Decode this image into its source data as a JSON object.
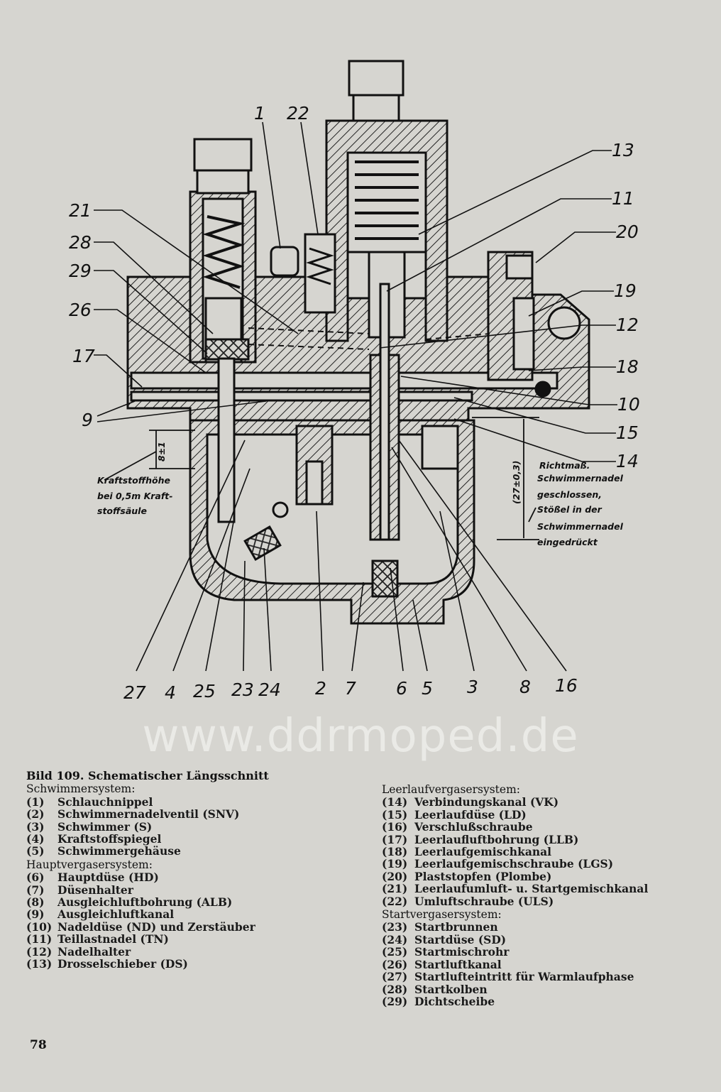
{
  "diagram": {
    "callouts": {
      "c1": "1",
      "c22": "22",
      "c13": "13",
      "c11": "11",
      "c20": "20",
      "c19": "19",
      "c12": "12",
      "c18": "18",
      "c10": "10",
      "c15": "15",
      "c14": "14",
      "c21": "21",
      "c28": "28",
      "c29": "29",
      "c26": "26",
      "c17": "17",
      "c9": "9",
      "c27": "27",
      "c4": "4",
      "c25": "25",
      "c23": "23",
      "c24": "24",
      "c2": "2",
      "c7": "7",
      "c6": "6",
      "c5": "5",
      "c3": "3",
      "c8": "8",
      "c16": "16"
    },
    "fuel_level_dimension": "8±1",
    "fuel_level_note": [
      "Kraftstoffhöhe",
      "bei 0,5m Kraft-",
      "stoffsäule"
    ],
    "float_dimension": "(27±0,3)",
    "float_note": [
      "Richtmaß.",
      "Schwimmernadel",
      "geschlossen,",
      "Stößel in der",
      "Schwimmernadel",
      "eingedrückt"
    ]
  },
  "watermark": "www.ddrmoped.de",
  "caption": {
    "title": "Bild 109. Schematischer Längsschnitt",
    "groups": [
      {
        "heading": "Schwimmersystem:",
        "items": [
          {
            "num": "(1)",
            "text": "Schlauchnippel"
          },
          {
            "num": "(2)",
            "text": "Schwimmernadelventil  (SNV)"
          },
          {
            "num": "(3)",
            "text": "Schwimmer (S)"
          },
          {
            "num": "(4)",
            "text": "Kraftstoffspiegel"
          },
          {
            "num": "(5)",
            "text": "Schwimmergehäuse"
          }
        ]
      },
      {
        "heading": "Hauptvergasersystem:",
        "items": [
          {
            "num": "(6)",
            "text": "Hauptdüse (HD)"
          },
          {
            "num": "(7)",
            "text": "Düsenhalter"
          },
          {
            "num": "(8)",
            "text": "Ausgleichluftbohrung (ALB)"
          },
          {
            "num": "(9)",
            "text": "Ausgleichluftkanal"
          },
          {
            "num": "(10)",
            "text": "Nadeldüse (ND) und Zerstäuber"
          },
          {
            "num": "(11)",
            "text": "Teillastnadel (TN)"
          },
          {
            "num": "(12)",
            "text": "Nadelhalter"
          },
          {
            "num": "(13)",
            "text": "Drosselschieber (DS)"
          }
        ]
      },
      {
        "heading": "Leerlaufvergasersystem:",
        "items": [
          {
            "num": "(14)",
            "text": "Verbindungskanal (VK)"
          },
          {
            "num": "(15)",
            "text": "Leerlaufdüse (LD)"
          },
          {
            "num": "(16)",
            "text": "Verschlußschraube"
          },
          {
            "num": "(17)",
            "text": "Leerlaufluftbohrung (LLB)"
          },
          {
            "num": "(18)",
            "text": "Leerlaufgemischkanal"
          },
          {
            "num": "(19)",
            "text": "Leerlaufgemischschraube (LGS)"
          },
          {
            "num": "(20)",
            "text": "Plaststopfen (Plombe)"
          },
          {
            "num": "(21)",
            "text": "Leerlaufumluft- u. Startgemischkanal"
          },
          {
            "num": "(22)",
            "text": "Umluftschraube (ULS)"
          }
        ]
      },
      {
        "heading": "Startvergasersystem:",
        "items": [
          {
            "num": "(23)",
            "text": "Startbrunnen"
          },
          {
            "num": "(24)",
            "text": "Startdüse (SD)"
          },
          {
            "num": "(25)",
            "text": "Startmischrohr"
          },
          {
            "num": "(26)",
            "text": "Startluftkanal"
          },
          {
            "num": "(27)",
            "text": "Startlufteintritt für Warmlaufphase"
          },
          {
            "num": "(28)",
            "text": "Startkolben"
          },
          {
            "num": "(29)",
            "text": "Dichtscheibe"
          }
        ]
      }
    ]
  },
  "page_number": "78"
}
